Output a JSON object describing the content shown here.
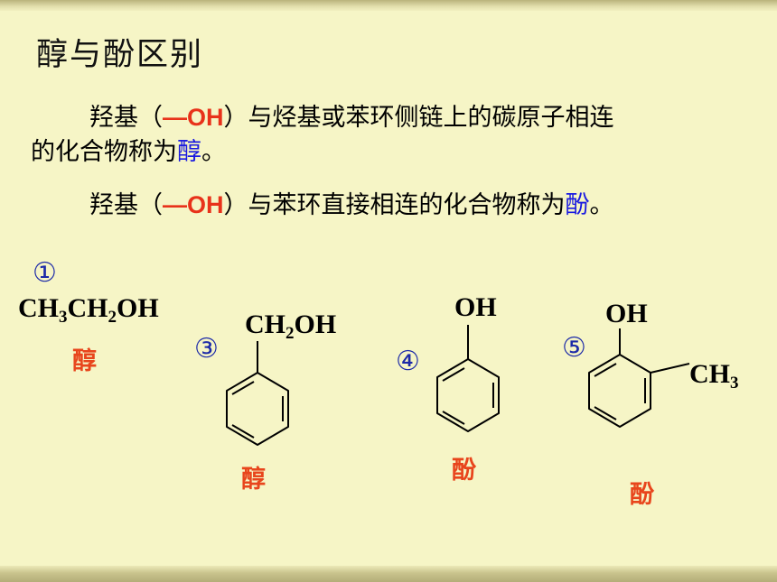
{
  "title": "醇与酚区别",
  "para1": {
    "prefix": "羟基（",
    "group": "—OH",
    "middle": "）与烃基或苯环侧链上的碳原子相连",
    "line2_prefix": "的化合物称为",
    "term": "醇",
    "end": "。"
  },
  "para2": {
    "prefix": "羟基（",
    "group": "—OH",
    "middle": "）与苯环直接相连的化合物称为",
    "term": "酚",
    "end": "。"
  },
  "examples": [
    {
      "number": "①",
      "formula_parts": [
        "CH",
        "3",
        "CH",
        "2",
        "OH"
      ],
      "label": "醇"
    },
    {
      "number": "③",
      "formula_parts": [
        "CH",
        "2",
        "OH"
      ],
      "label": "醇"
    },
    {
      "number": "④",
      "formula": "OH",
      "label": "酚"
    },
    {
      "number": "⑤",
      "formula": "OH",
      "substituent_parts": [
        "CH",
        "3"
      ],
      "label": "酚"
    }
  ],
  "colors": {
    "accent_red": "#e8451c",
    "group_red": "#e8321a",
    "term_blue": "#1a1ae0",
    "number_blue": "#1c2aa8",
    "background": "#f6f5c6"
  }
}
